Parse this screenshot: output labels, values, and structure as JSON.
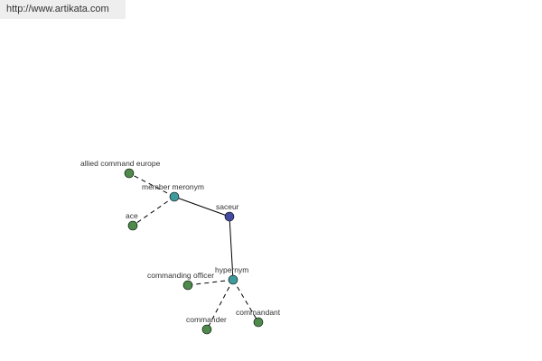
{
  "header": {
    "url_text": "http://www.artikata.com"
  },
  "colors": {
    "leaf_node": "#4e8a4b",
    "relation_node": "#3f9b9b",
    "center_node": "#434aa0"
  },
  "graph": {
    "nodes": {
      "allied_command_europe": {
        "label": "allied command europe",
        "kind": "leaf"
      },
      "member_meronym": {
        "label": "member meronym",
        "kind": "relation"
      },
      "ace": {
        "label": "ace",
        "kind": "leaf"
      },
      "saceur": {
        "label": "saceur",
        "kind": "center"
      },
      "hypernym": {
        "label": "hypernym",
        "kind": "relation"
      },
      "commanding_officer": {
        "label": "commanding officer",
        "kind": "leaf"
      },
      "commander": {
        "label": "commander",
        "kind": "leaf"
      },
      "commandant": {
        "label": "commandant",
        "kind": "leaf"
      }
    },
    "edges": [
      {
        "from": "saceur",
        "to": "member_meronym",
        "style": "solid"
      },
      {
        "from": "saceur",
        "to": "hypernym",
        "style": "solid"
      },
      {
        "from": "member_meronym",
        "to": "allied_command_europe",
        "style": "dashed"
      },
      {
        "from": "member_meronym",
        "to": "ace",
        "style": "dashed"
      },
      {
        "from": "hypernym",
        "to": "commanding_officer",
        "style": "dashed"
      },
      {
        "from": "hypernym",
        "to": "commander",
        "style": "dashed"
      },
      {
        "from": "hypernym",
        "to": "commandant",
        "style": "dashed"
      }
    ]
  }
}
